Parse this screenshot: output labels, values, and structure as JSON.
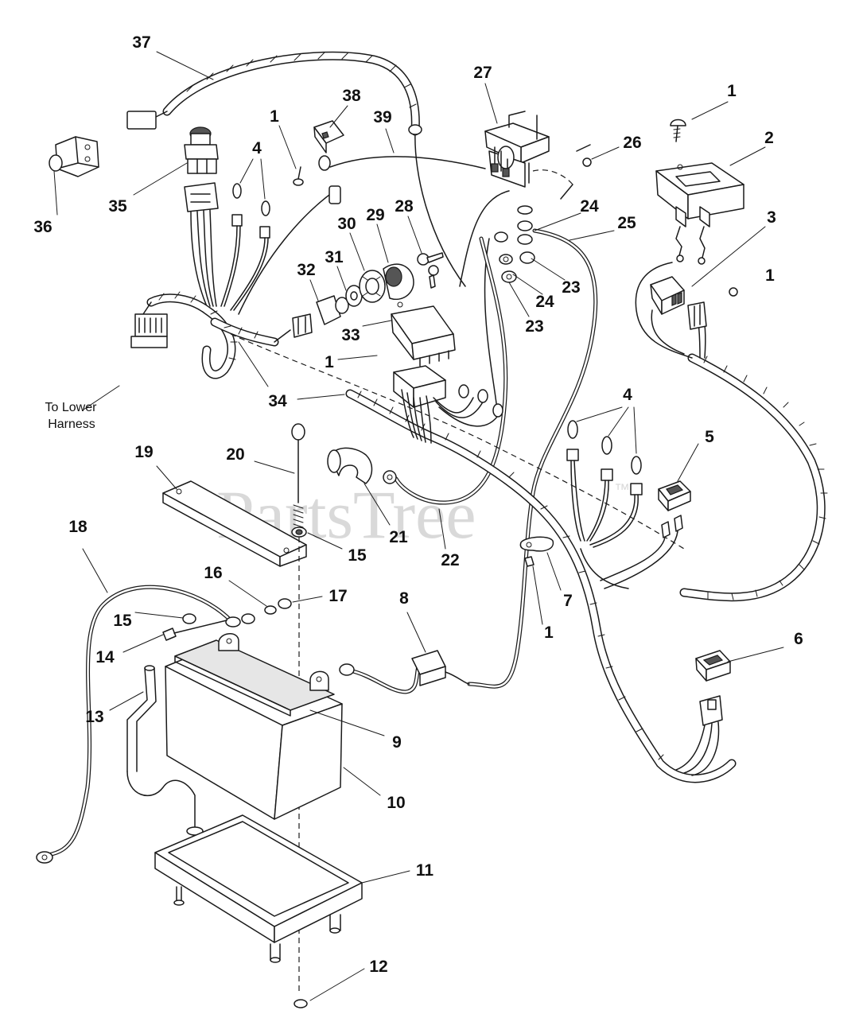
{
  "watermark": {
    "text": "PartsTree",
    "mark": "™"
  },
  "note": {
    "line1": "To Lower",
    "line2": "Harness"
  },
  "callouts": {
    "c37": "37",
    "c38": "38",
    "c39": "39",
    "c27": "27",
    "c1a": "1",
    "c2": "2",
    "c1b": "1",
    "c4a": "4",
    "c26": "26",
    "c35": "35",
    "c36": "36",
    "c3": "3",
    "c1c": "1",
    "c30": "30",
    "c29": "29",
    "c28": "28",
    "c24a": "24",
    "c25": "25",
    "c31": "31",
    "c32": "32",
    "c23a": "23",
    "c24b": "24",
    "c23b": "23",
    "c33": "33",
    "c1d": "1",
    "c34": "34",
    "c4b": "4",
    "c5": "5",
    "c19": "19",
    "c20": "20",
    "c18": "18",
    "c21": "21",
    "c22": "22",
    "c15a": "15",
    "c7": "7",
    "c16": "16",
    "c17": "17",
    "c8": "8",
    "c15b": "15",
    "c1e": "1",
    "c14": "14",
    "c6": "6",
    "c13": "13",
    "c9": "9",
    "c10": "10",
    "c11": "11",
    "c12": "12"
  }
}
